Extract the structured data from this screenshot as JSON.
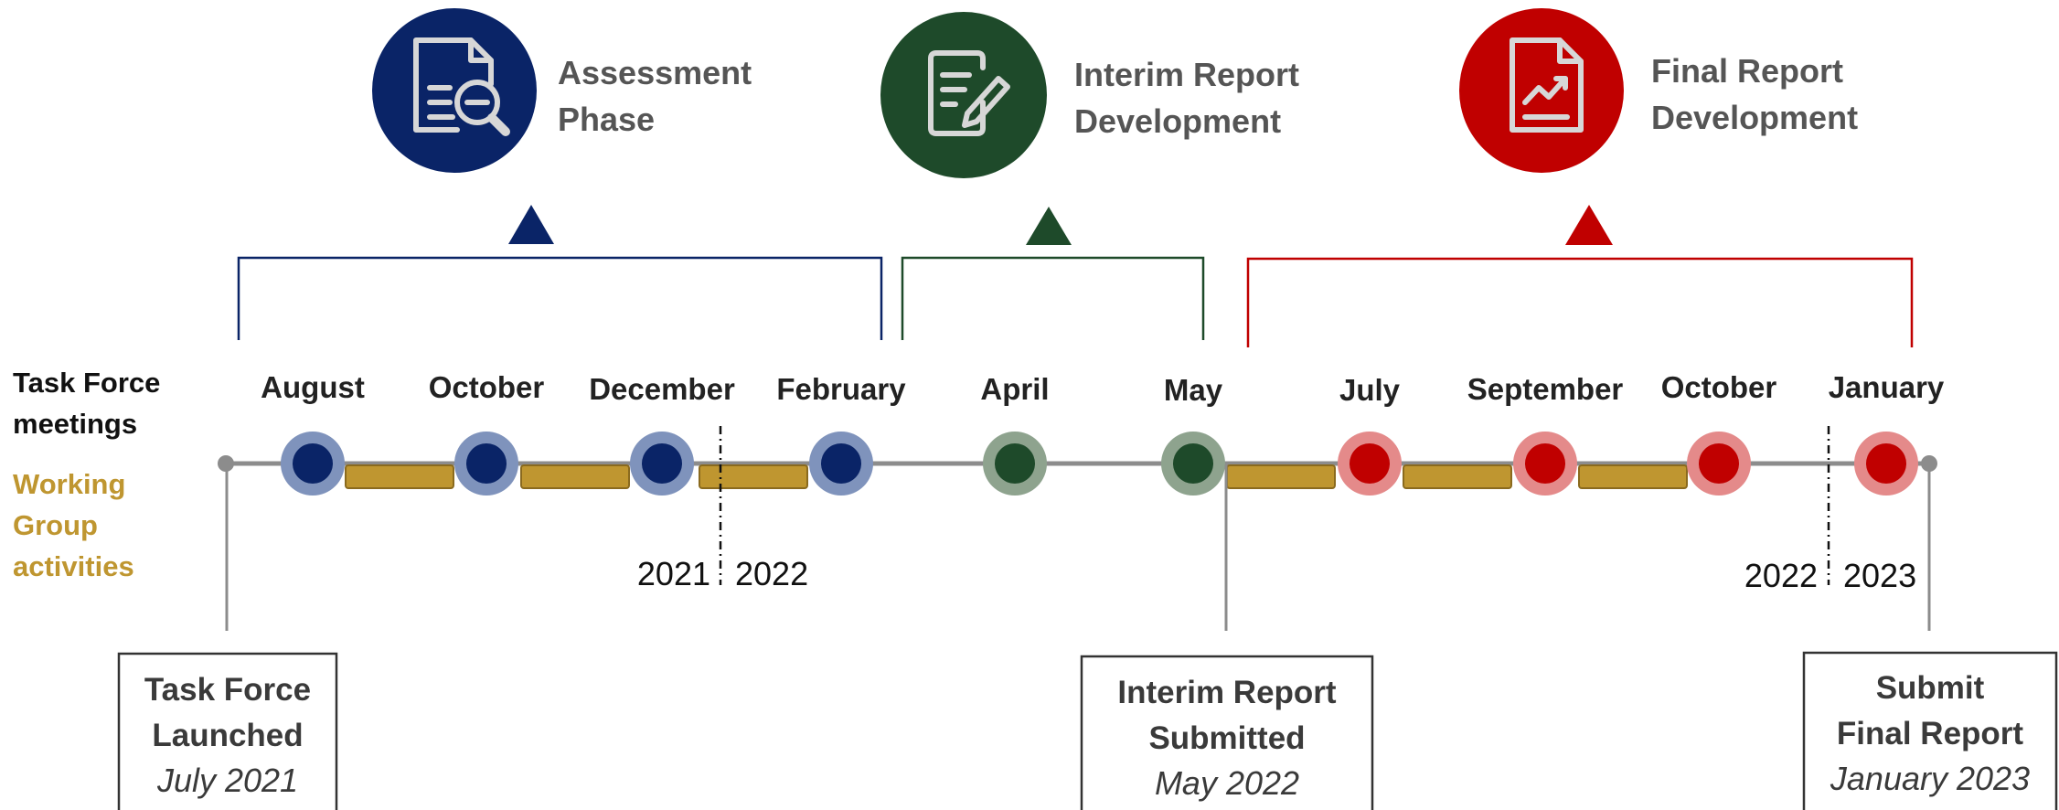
{
  "colors": {
    "assessment": "#0A2467",
    "interim": "#1E4A2A",
    "final": "#C00000",
    "working_group": "#BF9630",
    "axis": "#8C8C8C"
  },
  "phases": [
    {
      "title_line1": "Assessment",
      "title_line2": "Phase",
      "icon": "document-search-icon"
    },
    {
      "title_line1": "Interim Report",
      "title_line2": "Development",
      "icon": "document-edit-icon"
    },
    {
      "title_line1": "Final Report",
      "title_line2": "Development",
      "icon": "report-chart-icon"
    }
  ],
  "side_labels": {
    "task_force_line1": "Task Force",
    "task_force_line2": "meetings",
    "working_line1": "Working",
    "working_line2": "Group",
    "working_line3": "activities"
  },
  "meetings": [
    {
      "label": "August",
      "phase": "assessment"
    },
    {
      "label": "October",
      "phase": "assessment"
    },
    {
      "label": "December",
      "phase": "assessment"
    },
    {
      "label": "February",
      "phase": "assessment"
    },
    {
      "label": "April",
      "phase": "interim"
    },
    {
      "label": "May",
      "phase": "interim"
    },
    {
      "label": "July",
      "phase": "final"
    },
    {
      "label": "September",
      "phase": "final"
    },
    {
      "label": "October",
      "phase": "final"
    },
    {
      "label": "January",
      "phase": "final"
    }
  ],
  "year_breaks": [
    {
      "before": "2021",
      "after": "2022"
    },
    {
      "before": "2022",
      "after": "2023"
    }
  ],
  "milestones": [
    {
      "line1": "Task Force",
      "line2": "Launched",
      "date": "July 2021"
    },
    {
      "line1": "Interim Report",
      "line2": "Submitted",
      "date": "May 2022"
    },
    {
      "line1": "Submit",
      "line2": "Final Report",
      "date": "January 2023"
    }
  ]
}
